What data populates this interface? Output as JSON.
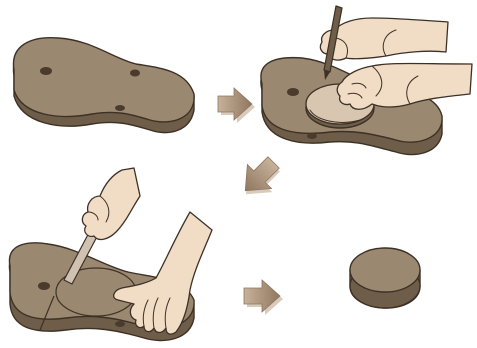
{
  "illustration": {
    "panels": [
      {
        "id": "step-1",
        "content": "foam-board"
      },
      {
        "id": "step-2",
        "content": "board-traced-with-round-template"
      },
      {
        "id": "step-3",
        "content": "knife-cutting-circle-from-board"
      },
      {
        "id": "step-4",
        "content": "cut-foam-disc"
      }
    ],
    "arrows": [
      {
        "from": "step-1",
        "to": "step-2",
        "direction": "right"
      },
      {
        "from": "step-2",
        "to": "step-3",
        "direction": "down-left"
      },
      {
        "from": "step-3",
        "to": "step-4",
        "direction": "right"
      }
    ],
    "colors": {
      "board_top": "#9b8870",
      "board_side": "#6e5d48",
      "outline": "#3d3126",
      "hole": "#4a3b2d",
      "skin": "#f1dcc6",
      "skin_shadow": "#d8b89c",
      "arrow": "#a98f76",
      "arrow_shadow": "#d9cbbb",
      "template": "#d9c6b1",
      "background": "#ffffff"
    },
    "icons": [
      "pencil-icon",
      "knife-icon"
    ]
  }
}
